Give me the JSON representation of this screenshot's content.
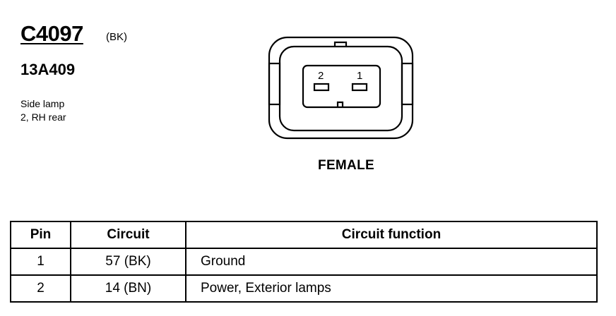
{
  "connector": {
    "id": "C4097",
    "color": "(BK)",
    "part_number": "13A409",
    "description_line1": "Side lamp",
    "description_line2": "2, RH rear"
  },
  "diagram": {
    "pin_labels": [
      "2",
      "1"
    ],
    "gender": "FEMALE"
  },
  "table": {
    "headers": {
      "pin": "Pin",
      "circuit": "Circuit",
      "function": "Circuit function"
    },
    "rows": [
      {
        "pin": "1",
        "circuit": "57 (BK)",
        "function": "Ground"
      },
      {
        "pin": "2",
        "circuit": "14 (BN)",
        "function": "Power, Exterior lamps"
      }
    ]
  }
}
